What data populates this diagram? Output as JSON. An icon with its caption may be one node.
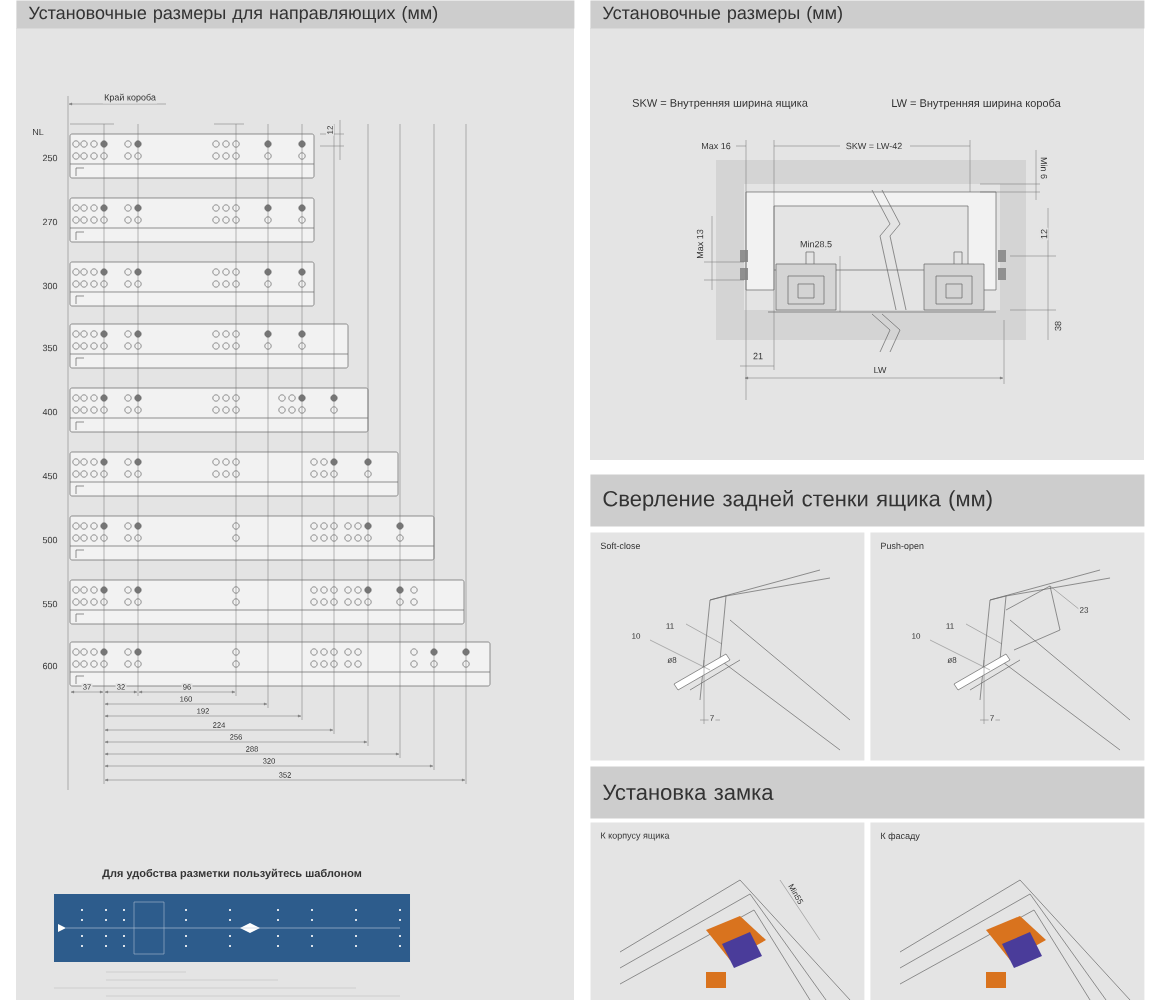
{
  "diagram": {
    "nodes": [
      {
        "text": [
          "Установочные размеры для направляющих (мм)"
        ]
      },
      {
        "text": [
          "Установочные размеры (мм)"
        ]
      },
      {
        "text": [
          "Сверление задней стенки ящика (мм)"
        ]
      },
      {
        "text": [
          "Soft-close"
        ]
      },
      {
        "text": [
          "Push-open"
        ]
      },
      {
        "text": [
          "Установка замка"
        ]
      },
      {
        "text": [
          "К корпусу ящика"
        ]
      },
      {
        "text": [
          "К фасаду"
        ]
      }
    ],
    "labels": [
      "Край короба",
      "NL",
      "250",
      "270",
      "300",
      "350",
      "400",
      "450",
      "500",
      "550",
      "600",
      "12",
      "37",
      "32",
      "96",
      "160",
      "192",
      "224",
      "256",
      "288",
      "320",
      "352",
      "Для удобства разметки пользуйтесь шаблоном",
      "SKW = Внутренняя ширина ящика",
      "LW = Внутренняя ширина короба",
      "Max 16",
      "SKW = LW-42",
      "Min 6",
      "12",
      "Max 13",
      "Min28.5",
      "38",
      "21",
      "LW",
      "11",
      "10",
      "ø8",
      "7",
      "11",
      "10",
      "ø8",
      "7",
      "23",
      "Min55"
    ]
  }
}
